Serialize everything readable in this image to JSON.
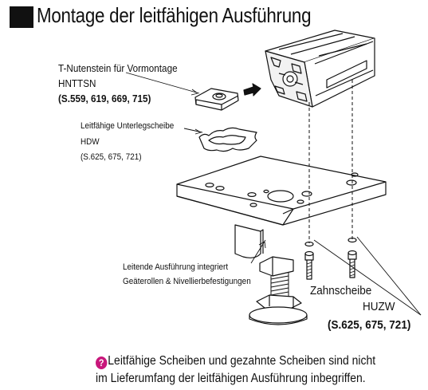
{
  "title": "Montage der leitfähigen Ausführung",
  "labels": {
    "nutenstein_name": "T-Nutenstein für Vormontage",
    "nutenstein_code": "HNTTSN",
    "nutenstein_pages": "(S.559, 619, 669, 715)",
    "scheibe_name": "Leitfähige Unterlegscheibe",
    "scheibe_code": "HDW",
    "scheibe_pages": "(S.625, 675, 721)",
    "ausfuehrung_line1": "Leitende Ausführung integriert",
    "ausfuehrung_line2": "Geäterollen & Nivellierbefestigungen",
    "zahnscheibe_name": "Zahnscheibe",
    "zahnscheibe_code": "HUZW",
    "zahnscheibe_pages": "(S.625, 675, 721)"
  },
  "note": {
    "icon": "lightbulb-icon",
    "icon_color": "#c8177b",
    "line1": "Leitfähige Scheiben und gezahnte Scheiben sind nicht",
    "line2": "im Lieferumfang der leitfähigen Ausführung inbegriffen."
  }
}
